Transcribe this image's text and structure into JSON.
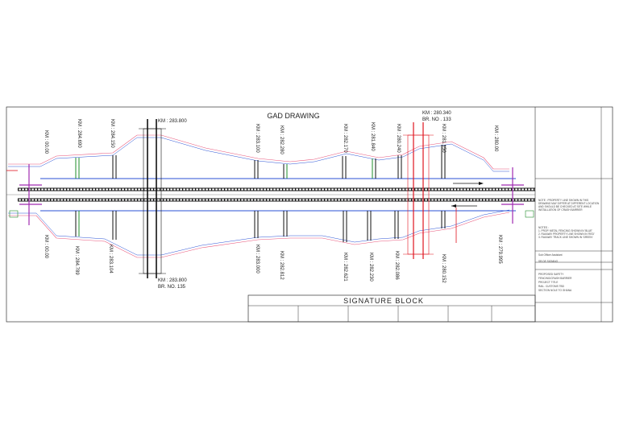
{
  "drawing": {
    "title": "GAD DRAWING",
    "signature_block": "SIGNATURE BLOCK",
    "colors": {
      "title": "#2bb53c",
      "bridge_red": "#e0141e",
      "track": "#111111",
      "boundary_blue": "#2a52d6",
      "boundary_pink": "#e8557a",
      "fence_green": "#1e8c2a",
      "marker_purple": "#a02ab0"
    }
  },
  "bridges": {
    "br135": {
      "km_top": "KM : 283.800",
      "km_bottom": "KM : 283.800",
      "br_no": "BR. NO. 135"
    },
    "br133": {
      "km": "KM : 280.340",
      "br_no": "BR. NO . 133"
    }
  },
  "chainages": {
    "top": [
      "KM : 00.00",
      "KM : 284.690",
      "KM : 284.150",
      "KM : 283.100",
      "KM : 282.280",
      "KM : 282.170",
      "KM : 281.840",
      "KM : 280.240",
      "KM : 281.150",
      "KM : 280.00"
    ],
    "bottom": [
      "KM : 00.00",
      "KM : 284.789",
      "KM : 283.104",
      "KM : 283.000",
      "KM : 282.812",
      "KM : 282.621",
      "KM : 282.230",
      "KM : 282.086",
      "KM : 280.152",
      "KM : 279.995"
    ]
  },
  "side_notes": {
    "note_lines": [
      "NOTE : PROPERTY LINE SHOWN IN THIS",
      "DRAWING MAY DIFFER AT DIFFERENT LOCATION",
      "AND SHOULD BE CHECKED AT SITE WHILE",
      "INSTALLATION OF CRASH BARRIER"
    ],
    "legend_lines": [
      "NOTES :",
      "1. PROP. METAL FENCING SHOWN IN 'BLUE'",
      "2. RAILWAY PROPERTY LINE SHOWN IN 'RED'",
      "3. RAILWAY TRACK LINE SHOWN IN 'GREEN'"
    ],
    "box2_lines": [
      "Sub Officer Assistant",
      "SR.DE SIGNING"
    ],
    "box3_lines": [
      "PROPOSED SAFETY",
      "FENCING/CRASH BARRIER",
      "PROJECT TITLE",
      "RAIL. CUSTOMS TBD",
      "SECTION NOLE TO GHANA"
    ]
  }
}
